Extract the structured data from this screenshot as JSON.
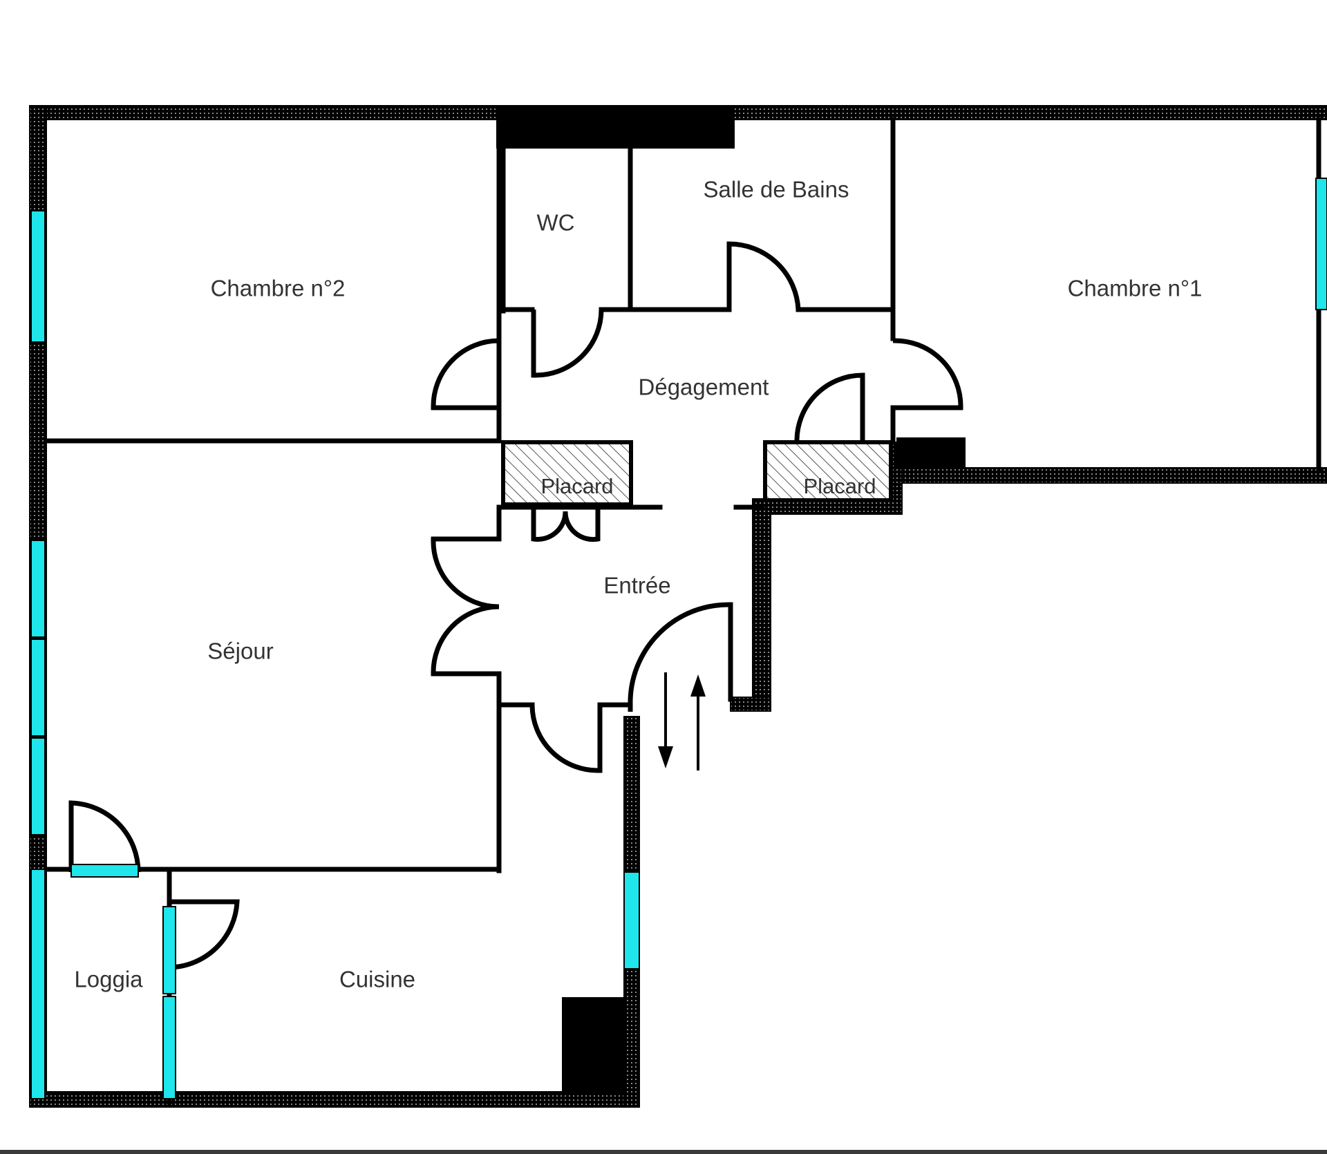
{
  "rooms": {
    "chambre2": "Chambre n°2",
    "wc": "WC",
    "salle_de_bains": "Salle de Bains",
    "chambre1": "Chambre n°1",
    "degagement": "Dégagement",
    "placard_left": "Placard",
    "placard_right": "Placard",
    "entree": "Entrée",
    "sejour": "Séjour",
    "loggia": "Loggia",
    "cuisine": "Cuisine"
  },
  "colors": {
    "wall": "#000000",
    "window": "#1ee6ea",
    "label": "#333333",
    "background": "#ffffff"
  },
  "icons": {
    "entrance_arrows": "up-down-arrows-icon"
  }
}
